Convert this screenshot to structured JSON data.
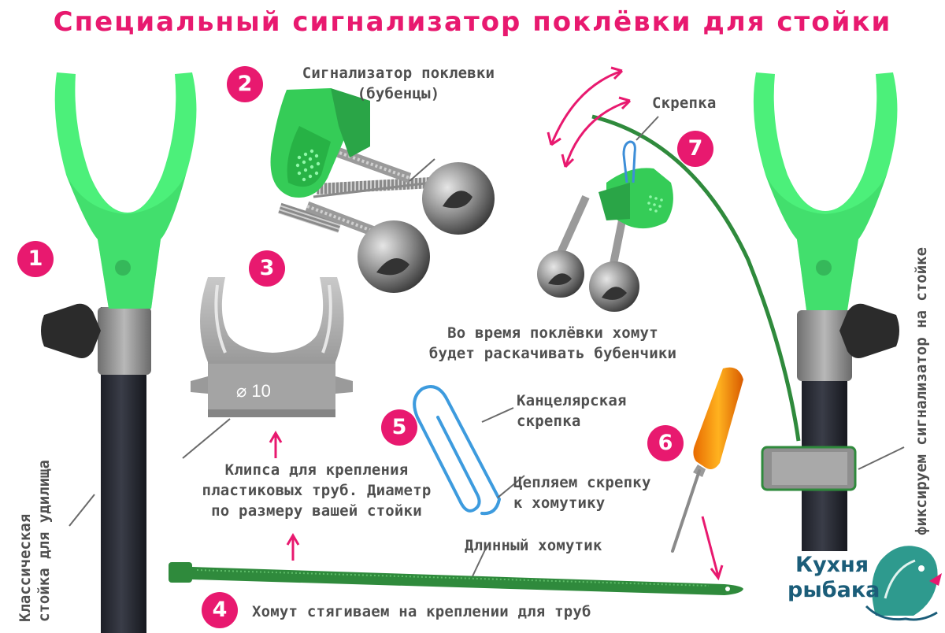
{
  "title": "Специальный сигнализатор поклёвки для стойки",
  "badges": [
    "1",
    "2",
    "3",
    "4",
    "5",
    "6",
    "7"
  ],
  "labels": {
    "bells": [
      "Сигнализатор поклевки",
      "(бубенцы)"
    ],
    "clip_wire": "Скрепка",
    "swing": [
      "Во время поклёвки хомут",
      "будет раскачивать бубенчики"
    ],
    "paperclip": [
      "Канцелярская",
      "скрепка"
    ],
    "hook_clip": [
      "Цепляем скрепку",
      "к хомутику"
    ],
    "pipe_clip": [
      "Клипса для крепления",
      "пластиковых труб. Диаметр",
      "по размеру вашей стойки"
    ],
    "tie": "Длинный хомутик",
    "tie_step": "Хомут стягиваем на креплении для труб",
    "stand_left": [
      "Классическая",
      "стойка для удилища"
    ],
    "stand_right": "фиксируем сигнализатор на стойке",
    "diameter": "⌀ 10"
  },
  "brand": [
    "Кухня",
    "рыбака"
  ],
  "colors": {
    "accent": "#e8196f",
    "text": "#4f4f4f",
    "neon_green": "#4cf07a",
    "bell_green": "#35cc57",
    "tie_green": "#2f8a3c",
    "pole": "#2a2d36",
    "brand": "#1b5d79"
  }
}
